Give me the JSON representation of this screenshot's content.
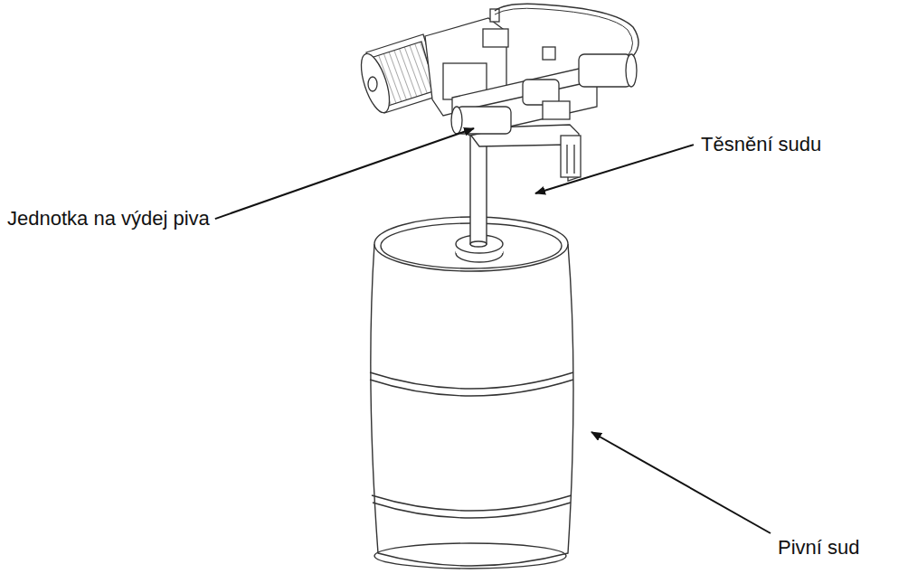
{
  "diagram": {
    "labels": [
      "Jednotka na výdej piva",
      "Těsnění sudu",
      "Pivní sud"
    ]
  }
}
